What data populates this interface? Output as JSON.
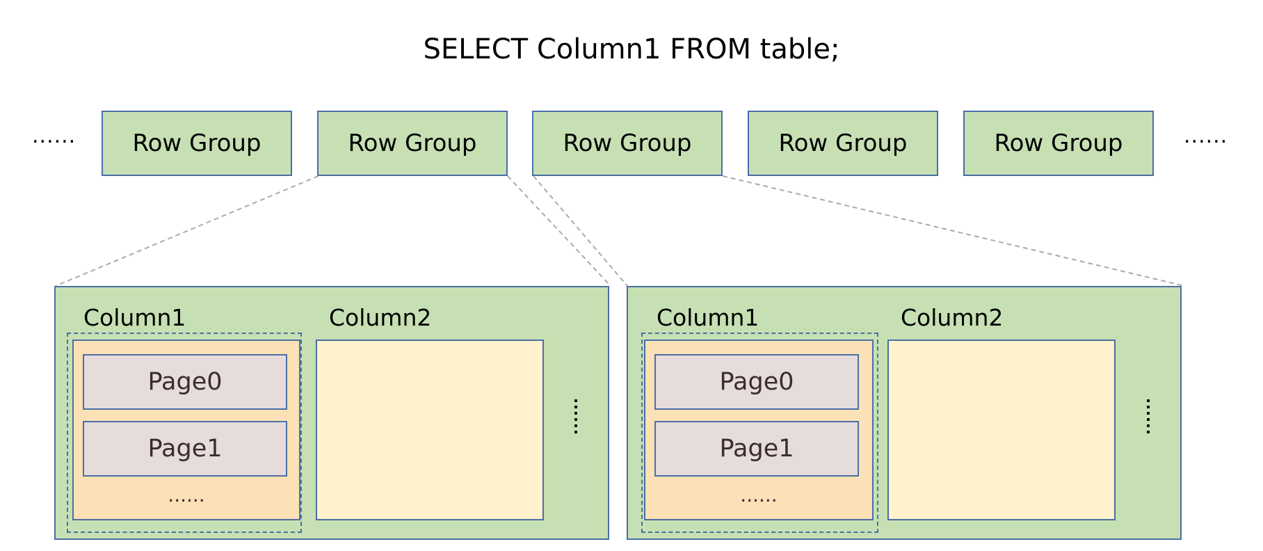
{
  "title": "SELECT Column1 FROM table;",
  "ellipsis_left": "......",
  "ellipsis_right": "......",
  "row_groups": [
    "Row Group",
    "Row Group",
    "Row Group",
    "Row Group",
    "Row Group"
  ],
  "details": [
    {
      "column1_label": "Column1",
      "column2_label": "Column2",
      "pages": [
        "Page0",
        "Page1"
      ],
      "pages_more": "......"
    },
    {
      "column1_label": "Column1",
      "column2_label": "Column2",
      "pages": [
        "Page0",
        "Page1"
      ],
      "pages_more": "......"
    }
  ],
  "colors": {
    "row_group_fill": "#c6e0b4",
    "border": "#4a6fa5",
    "column1_fill": "#fce0b6",
    "column2_fill": "#fff2cc",
    "page_fill": "#e6dcdc",
    "connector": "#aaaaaa"
  }
}
